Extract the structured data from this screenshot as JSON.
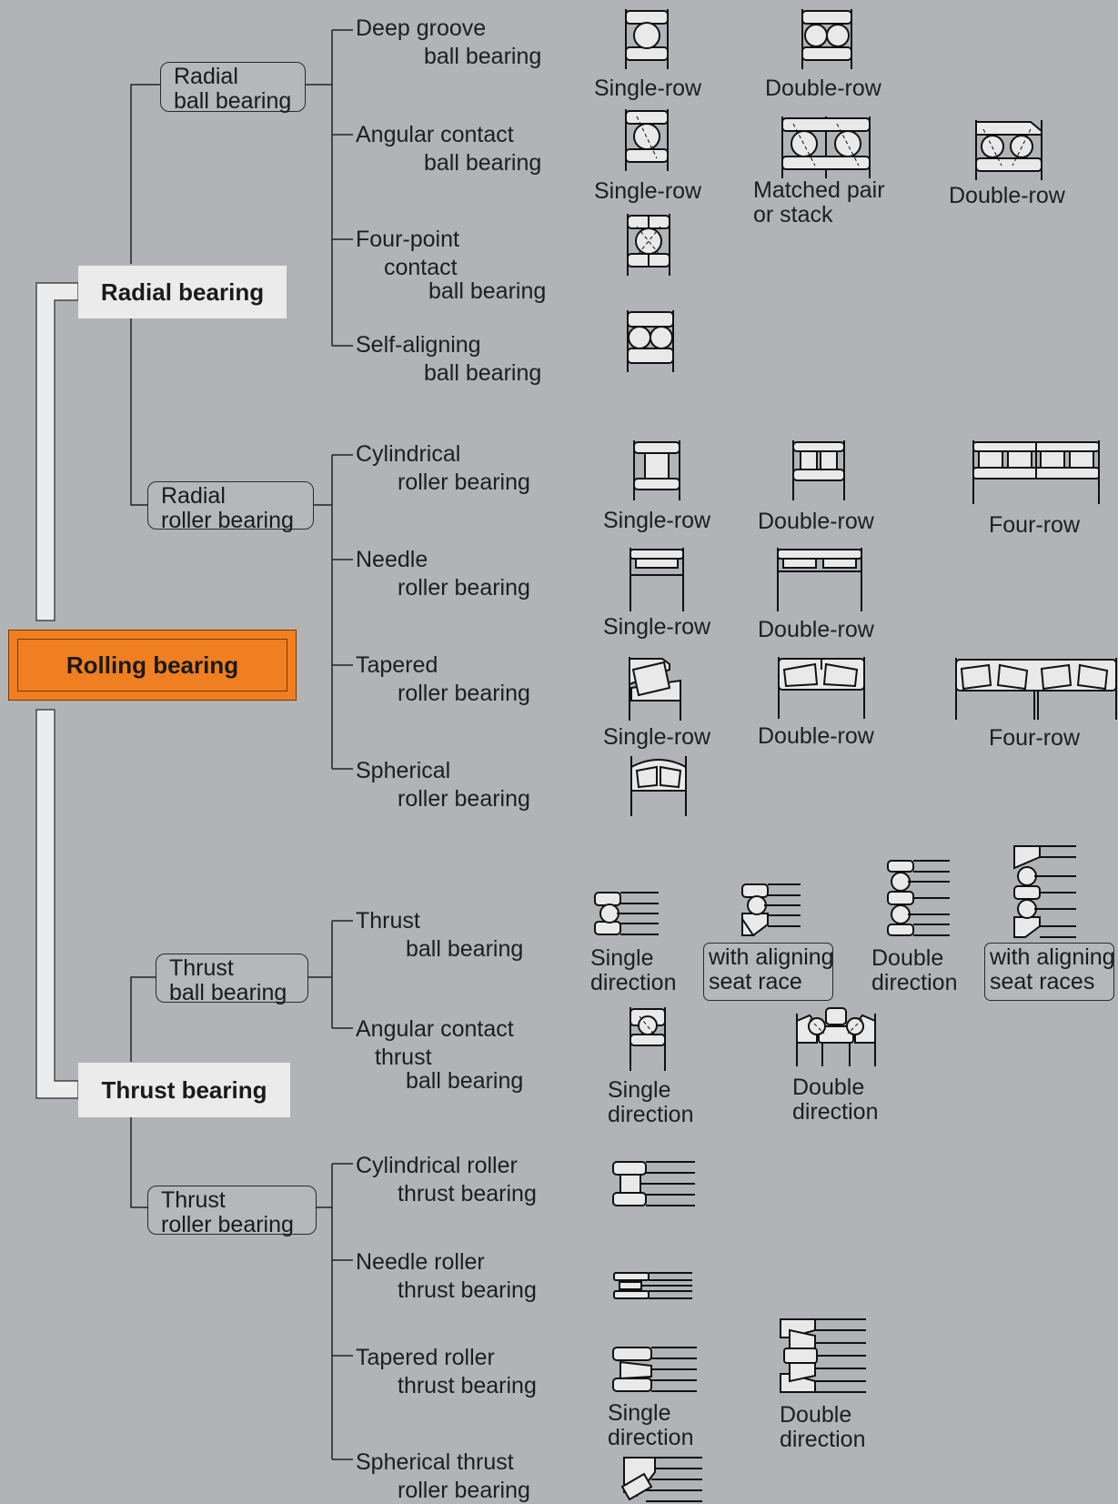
{
  "root": "Rolling bearing",
  "radial": {
    "title": "Radial bearing",
    "ball": {
      "label": [
        "Radial",
        "ball bearing"
      ],
      "types": [
        {
          "line1": "Deep groove",
          "line2": "ball bearing",
          "variants": [
            [
              "Single-row"
            ],
            [
              "Double-row"
            ]
          ]
        },
        {
          "line1": "Angular contact",
          "line2": "ball bearing",
          "variants": [
            [
              "Single-row"
            ],
            [
              "Matched pair",
              "or stack"
            ],
            [
              "Double-row"
            ]
          ]
        },
        {
          "line1": "Four-point",
          "line1b": "contact",
          "line2": "ball bearing",
          "variants": []
        },
        {
          "line1": "Self-aligning",
          "line2": "ball bearing",
          "variants": []
        }
      ]
    },
    "roller": {
      "label": [
        "Radial",
        "roller bearing"
      ],
      "types": [
        {
          "line1": "Cylindrical",
          "line2": "roller bearing",
          "variants": [
            [
              "Single-row"
            ],
            [
              "Double-row"
            ],
            [
              "Four-row"
            ]
          ]
        },
        {
          "line1": "Needle",
          "line2": "roller bearing",
          "variants": [
            [
              "Single-row"
            ],
            [
              "Double-row"
            ]
          ]
        },
        {
          "line1": "Tapered",
          "line2": "roller bearing",
          "variants": [
            [
              "Single-row"
            ],
            [
              "Double-row"
            ],
            [
              "Four-row"
            ]
          ]
        },
        {
          "line1": "Spherical",
          "line2": "roller bearing",
          "variants": []
        }
      ]
    }
  },
  "thrust": {
    "title": "Thrust bearing",
    "ball": {
      "label": [
        "Thrust",
        "ball bearing"
      ],
      "types": [
        {
          "line1": "Thrust",
          "line2": "ball bearing",
          "variants": [
            [
              "Single",
              "direction"
            ],
            [
              "with aligning",
              "seat race"
            ],
            [
              "Double",
              "direction"
            ],
            [
              "with aligning",
              "seat races"
            ]
          ]
        },
        {
          "line1": "Angular contact",
          "line1b": "thrust",
          "line2": "ball bearing",
          "variants": [
            [
              "Single",
              "direction"
            ],
            [
              "Double",
              "direction"
            ]
          ]
        }
      ]
    },
    "roller": {
      "label": [
        "Thrust",
        "roller bearing"
      ],
      "types": [
        {
          "line1": "Cylindrical roller",
          "line2": "thrust bearing",
          "variants": []
        },
        {
          "line1": "Needle roller",
          "line2": "thrust bearing",
          "variants": []
        },
        {
          "line1": "Tapered roller",
          "line2": "thrust bearing",
          "variants": [
            [
              "Single",
              "direction"
            ],
            [
              "Double",
              "direction"
            ]
          ]
        },
        {
          "line1": "Spherical thrust",
          "line2": "roller bearing",
          "variants": []
        }
      ]
    }
  },
  "icons": [
    "deep-groove-single-row-icon",
    "deep-groove-double-row-icon",
    "angular-contact-single-row-icon",
    "angular-contact-matched-pair-icon",
    "angular-contact-double-row-icon",
    "four-point-contact-icon",
    "self-aligning-icon",
    "cylindrical-roller-icon",
    "needle-roller-icon",
    "tapered-roller-icon",
    "spherical-roller-icon",
    "thrust-ball-icon",
    "angular-contact-thrust-icon",
    "cylindrical-roller-thrust-icon",
    "needle-roller-thrust-icon",
    "tapered-roller-thrust-icon",
    "spherical-thrust-icon"
  ],
  "colors": {
    "background": "#b2b3b5",
    "root_box": "#f07f22",
    "category_box": "#ebebeb"
  }
}
